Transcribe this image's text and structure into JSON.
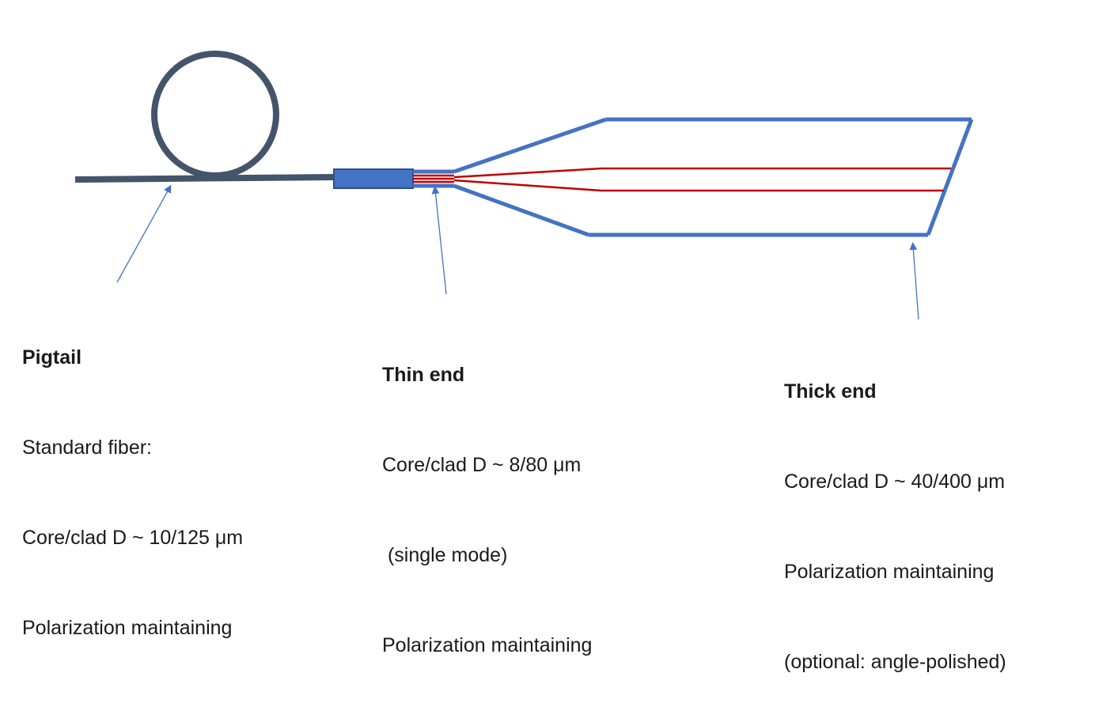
{
  "colors": {
    "pigtail_fiber": "#44546a",
    "connector_fill": "#4472c4",
    "connector_stroke": "#2f4f8f",
    "taper_outline": "#4472c4",
    "core_lines": "#c00000",
    "pointer_arrows": "#4472c4"
  },
  "labels": {
    "pigtail": {
      "title": "Pigtail",
      "lines": [
        "Standard fiber:",
        "Core/clad D ~ 10/125 μm",
        "Polarization maintaining"
      ]
    },
    "thin_end": {
      "title": "Thin end",
      "lines": [
        "Core/clad D ~ 8/80 μm",
        " (single mode)",
        "Polarization maintaining"
      ]
    },
    "thick_end": {
      "title": "Thick end",
      "lines": [
        "Core/clad D ~ 40/400 μm",
        "Polarization maintaining",
        "(optional: angle-polished)"
      ]
    }
  }
}
